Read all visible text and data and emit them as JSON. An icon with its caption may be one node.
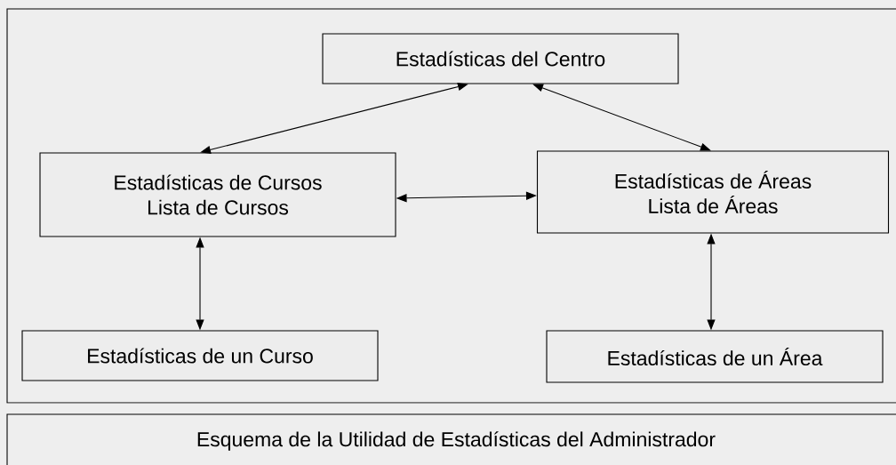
{
  "diagram": {
    "caption": "Esquema de la Utilidad de Estadísticas del Administrador",
    "nodes": [
      {
        "text": [],
        "shape": "box"
      },
      {
        "text": [
          "Estadísticas del Centro"
        ],
        "in": 0
      },
      {
        "text": [
          "Estadísticas de Cursos",
          "Lista de Cursos"
        ],
        "in": 0
      },
      {
        "text": [
          "Estadísticas de Áreas",
          "Lista de Áreas"
        ],
        "in": 0
      },
      {
        "text": [
          "Estadísticas de un Curso"
        ],
        "in": 0
      },
      {
        "text": [
          "Estadísticas de un Área"
        ],
        "in": 0
      }
    ],
    "edges": [
      {
        "from": 1,
        "to": 2,
        "arrow": "both"
      },
      {
        "from": 1,
        "to": 3,
        "arrow": "both"
      },
      {
        "from": 2,
        "to": 3,
        "arrow": "both"
      },
      {
        "from": 2,
        "to": 4,
        "arrow": "both"
      },
      {
        "from": 3,
        "to": 5,
        "arrow": "both"
      }
    ]
  }
}
